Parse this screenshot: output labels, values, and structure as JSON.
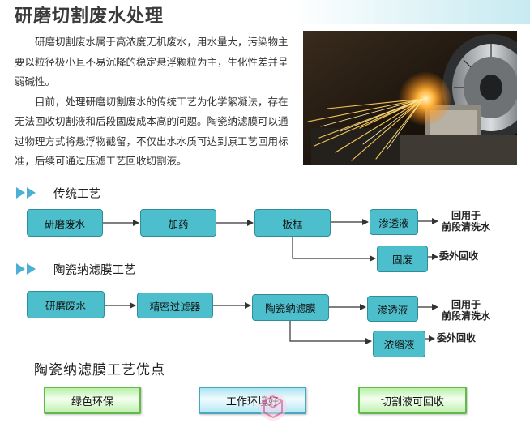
{
  "page": {
    "title": "研磨切割废水处理",
    "intro": [
      "研磨切割废水属于高浓度无机废水，用水量大，污染物主要以粒径极小且不易沉降的稳定悬浮颗粒为主，生化性差并呈弱碱性。",
      "目前，处理研磨切割废水的传统工艺为化学絮凝法，存在无法回收切割液和后段固废成本高的问题。陶瓷纳滤膜可以通过物理方式将悬浮物截留，不仅出水水质可达到原工艺回用标准，后续可通过压滤工艺回收切割液。"
    ]
  },
  "traditional": {
    "heading": "传统工艺",
    "steps": [
      "研磨废水",
      "加药",
      "板框",
      "渗透液",
      "固废"
    ],
    "note_reuse": [
      "回用于",
      "前段清洗水"
    ],
    "note_outsource": "委外回收"
  },
  "ceramic": {
    "heading": "陶瓷纳滤膜工艺",
    "steps": [
      "研磨废水",
      "精密过滤器",
      "陶瓷纳滤膜",
      "渗透液",
      "浓缩液"
    ],
    "note_reuse": [
      "回用于",
      "前段清洗水"
    ],
    "note_outsource": "委外回收"
  },
  "advantages": {
    "heading": "陶瓷纳滤膜工艺优点",
    "items": [
      "绿色环保",
      "工作环境好",
      "切割液可回收"
    ]
  },
  "colors": {
    "box_fill": "#4dbecb",
    "box_border": "#2f8d99",
    "arrow_icon": "#4cb0d6",
    "adv_green_border": "#62b84a",
    "adv_blue_border": "#4aa6bf"
  }
}
